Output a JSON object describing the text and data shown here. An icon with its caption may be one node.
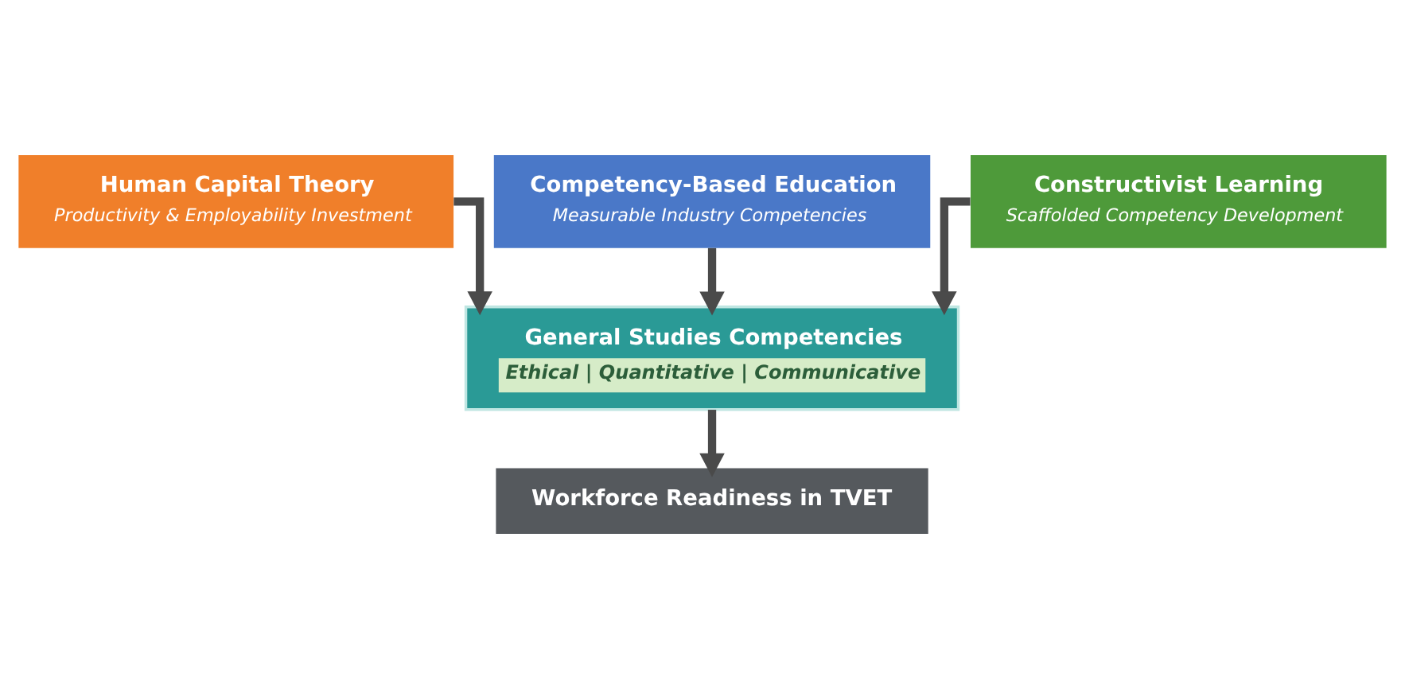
{
  "diagram": {
    "nodes": [
      {
        "text": [
          "Human Capital Theory",
          "Productivity & Employability Investment"
        ]
      },
      {
        "text": [
          "Competency-Based Education",
          "Measurable Industry Competencies"
        ]
      },
      {
        "text": [
          "Constructivist Learning",
          "Scaffolded Competency Development"
        ]
      },
      {
        "text": [
          "General Studies Competencies",
          "Ethical | Quantitative | Communicative"
        ]
      },
      {
        "text": [
          "Workforce Readiness in TVET"
        ]
      }
    ],
    "edges": [
      {
        "from": 0,
        "to": 3,
        "arrow": "to"
      },
      {
        "from": 1,
        "to": 3,
        "arrow": "to"
      },
      {
        "from": 2,
        "to": 3,
        "arrow": "to"
      },
      {
        "from": 3,
        "to": 4,
        "arrow": "to"
      }
    ]
  }
}
